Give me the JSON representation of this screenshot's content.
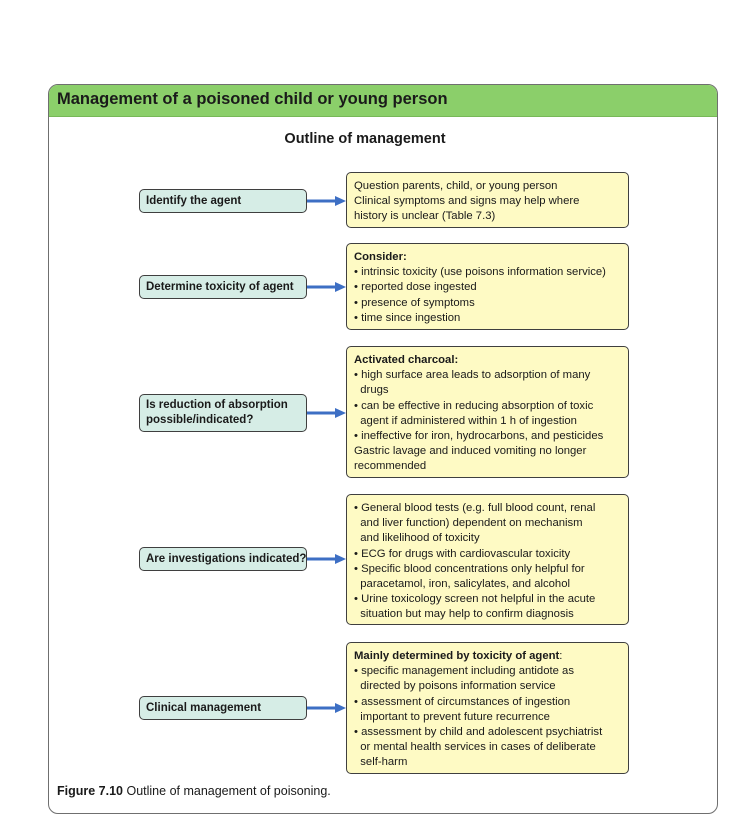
{
  "panel": {
    "title": "Management of a poisoned child or young person"
  },
  "diagram_title": "Outline of management",
  "colors": {
    "header_green": "#8bcf6a",
    "step_fill": "#d6ede6",
    "note_fill": "#fefac4",
    "arrow_blue": "#3d6fc4"
  },
  "steps": [
    {
      "label": [
        "Identify the agent"
      ],
      "note": {
        "lines": [
          "Question parents, child, or young person",
          "Clinical symptoms and signs may help where",
          "history is unclear (Table 7.3)"
        ]
      }
    },
    {
      "label": [
        "Determine toxicity of agent"
      ],
      "note": {
        "heading": "Consider:",
        "lines": [
          "• intrinsic toxicity (use poisons information service)",
          "• reported dose ingested",
          "• presence of symptoms",
          "• time since ingestion"
        ]
      }
    },
    {
      "label": [
        "Is reduction of absorption",
        "possible/indicated?"
      ],
      "note": {
        "heading": "Activated charcoal:",
        "lines": [
          "• high surface area leads to adsorption of many",
          "  drugs",
          "• can be effective in reducing absorption of toxic",
          "  agent if administered within 1 h of ingestion",
          "• ineffective for iron, hydrocarbons, and pesticides",
          "Gastric lavage and induced vomiting no longer",
          "recommended"
        ]
      }
    },
    {
      "label": [
        "Are investigations indicated?"
      ],
      "note": {
        "lines": [
          "• General blood tests (e.g. full blood count, renal",
          "  and liver function) dependent on mechanism",
          "  and likelihood of toxicity",
          "• ECG for drugs with cardiovascular toxicity",
          "• Specific blood concentrations only helpful for",
          "  paracetamol, iron, salicylates, and alcohol",
          "• Urine toxicology screen not helpful in the acute",
          "  situation but may help to confirm diagnosis"
        ]
      }
    },
    {
      "label": [
        "Clinical management"
      ],
      "note": {
        "heading": "Mainly determined by toxicity of agent",
        "heading_suffix": ":",
        "lines": [
          "• specific management including antidote as",
          "  directed by poisons information service",
          "• assessment of circumstances of ingestion",
          "  important to prevent future recurrence",
          "• assessment by child and adolescent psychiatrist",
          "  or mental health services in cases of deliberate",
          "  self-harm"
        ]
      }
    }
  ],
  "caption": {
    "label": "Figure  7.10",
    "text": "Outline of management of poisoning."
  }
}
